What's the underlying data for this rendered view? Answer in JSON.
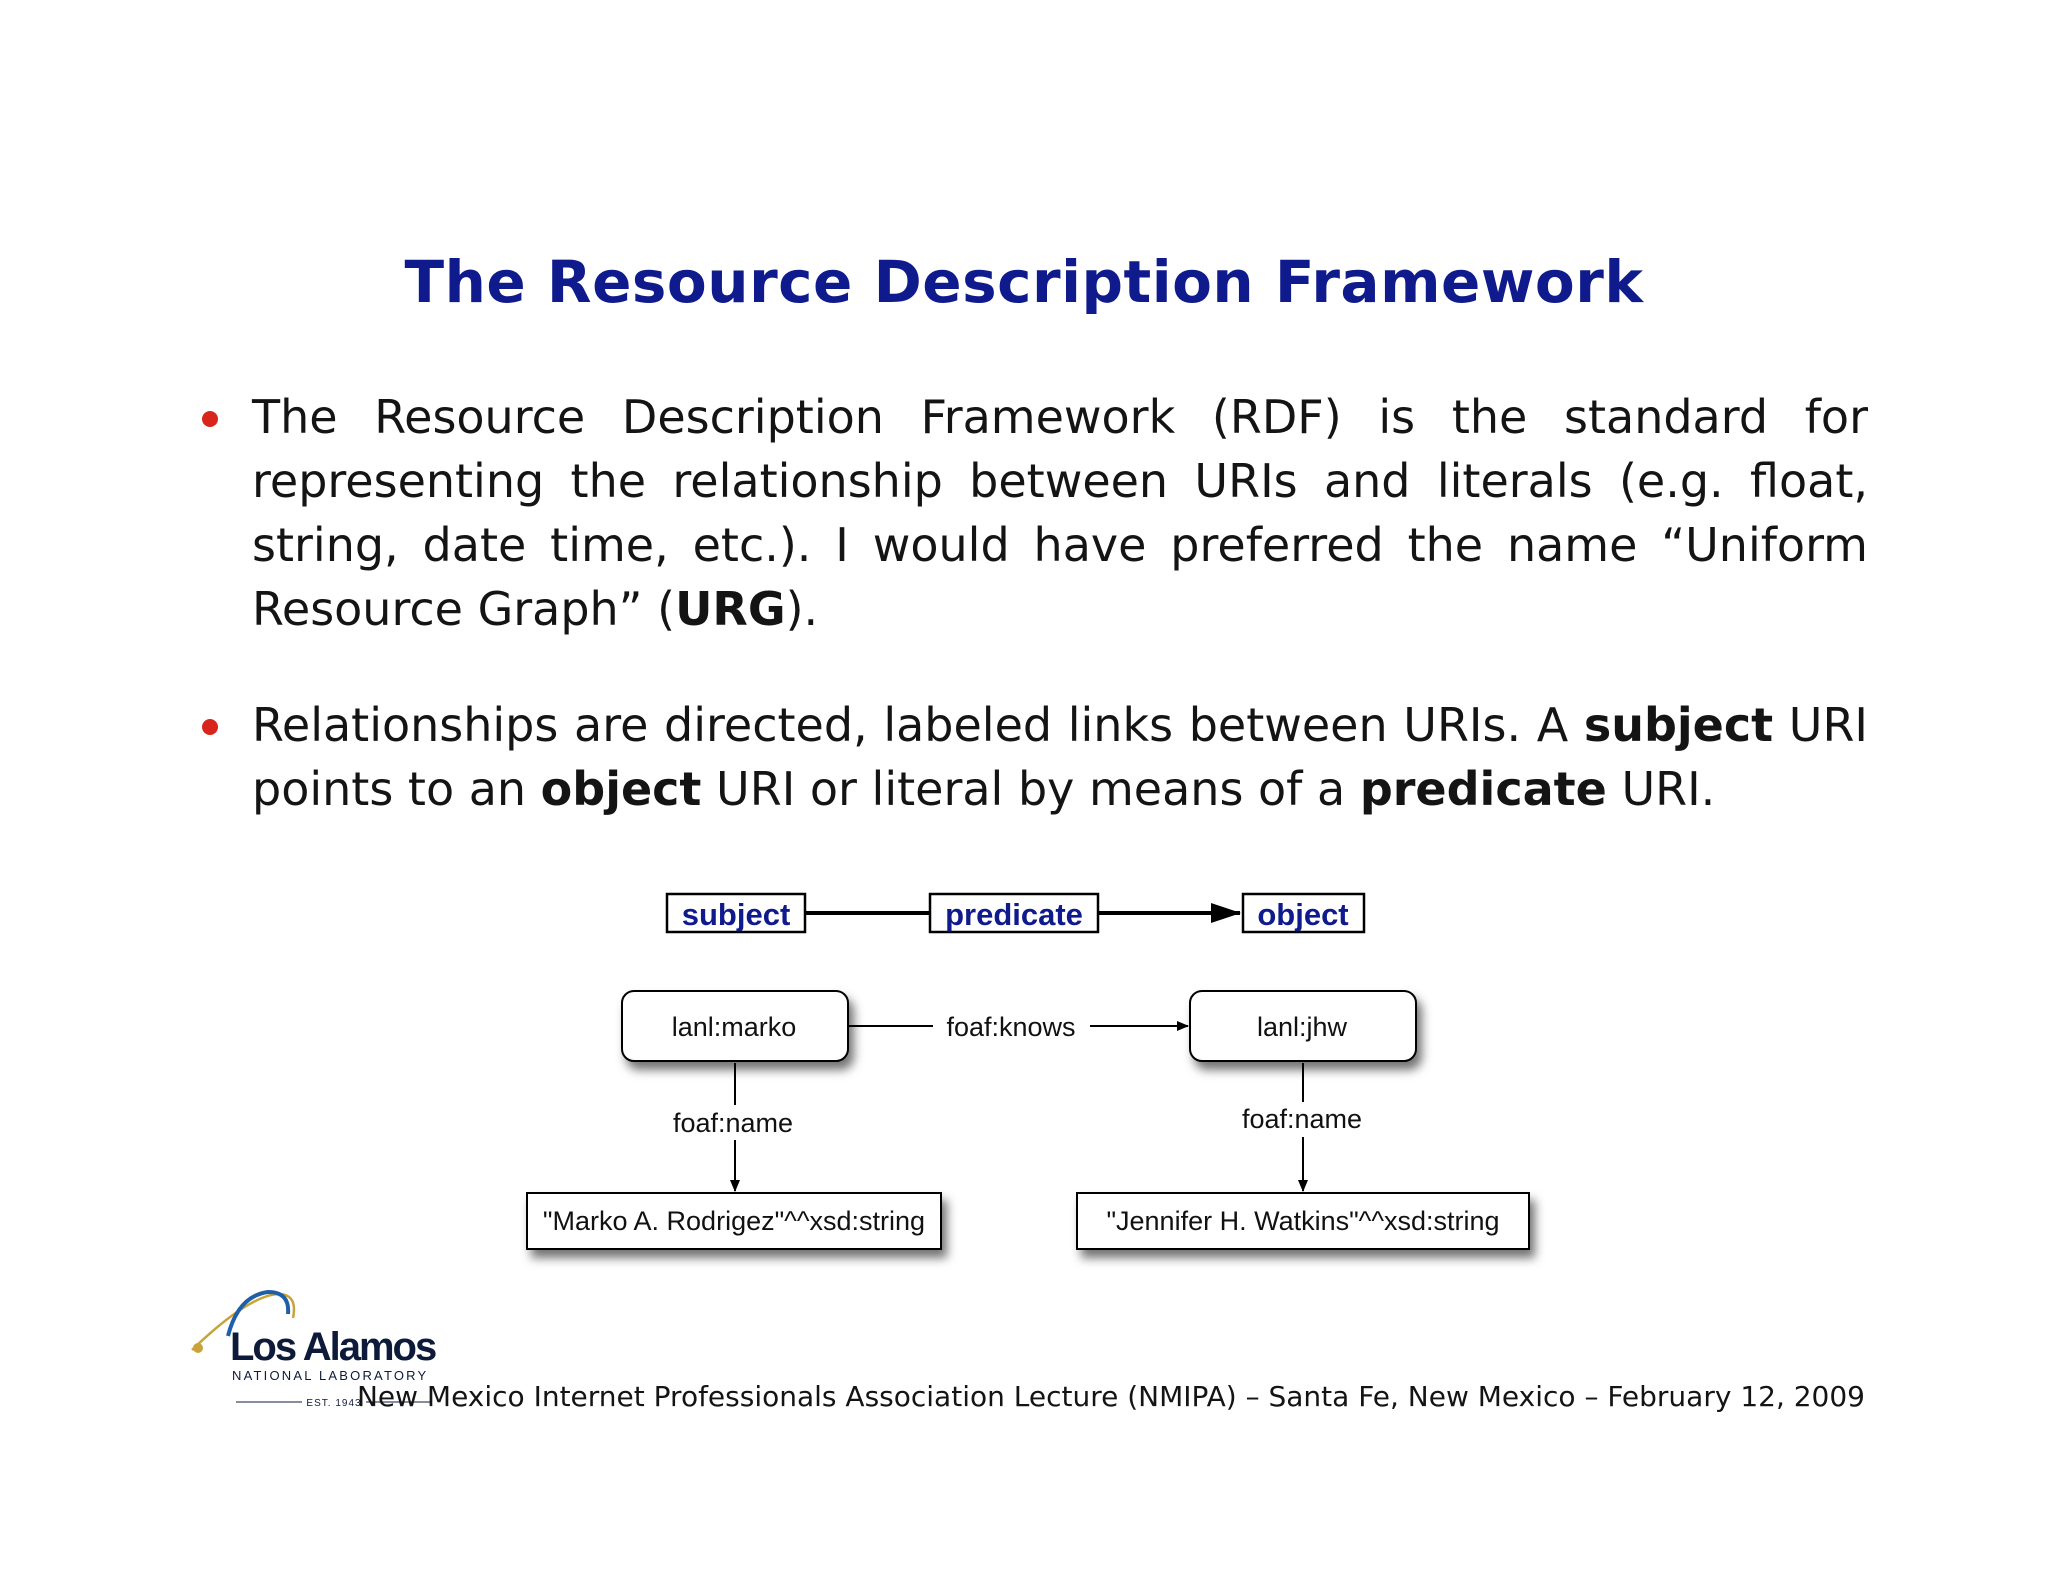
{
  "slide": {
    "title": "The Resource Description Framework",
    "bullets": [
      {
        "segments": [
          {
            "text": "The Resource Description Framework (RDF) is the standard for representing the relationship between URIs and literals (e.g. float, string, date time, etc.).  I would have preferred the name “Uniform Resource Graph” (",
            "bold": false
          },
          {
            "text": "URG",
            "bold": true
          },
          {
            "text": ").",
            "bold": false
          }
        ]
      },
      {
        "segments": [
          {
            "text": "Relationships are directed, labeled links between URIs.  A ",
            "bold": false
          },
          {
            "text": "subject",
            "bold": true
          },
          {
            "text": " URI points to an ",
            "bold": false
          },
          {
            "text": "object",
            "bold": true
          },
          {
            "text": " URI or literal by means of a ",
            "bold": false
          },
          {
            "text": "predicate",
            "bold": true
          },
          {
            "text": " URI.",
            "bold": false
          }
        ]
      }
    ]
  },
  "diagram": {
    "legend": {
      "subject": "subject",
      "predicate": "predicate",
      "object": "object"
    },
    "nodes": {
      "marko": "lanl:marko",
      "jhw": "lanl:jhw",
      "marko_name": "\"Marko A. Rodrigez\"^^xsd:string",
      "jhw_name": "\"Jennifer H. Watkins\"^^xsd:string"
    },
    "edges": {
      "knows": "foaf:knows",
      "marko_name": "foaf:name",
      "jhw_name": "foaf:name"
    }
  },
  "logo": {
    "line1": "Los Alamos",
    "line2": "NATIONAL LABORATORY",
    "line3": "EST. 1943"
  },
  "footer": {
    "text": "New Mexico Internet Professionals Association Lecture (NMIPA) – Santa Fe, New Mexico – February 12, 2009"
  },
  "colors": {
    "title": "#0f1a8c",
    "bullet": "#d9261c",
    "legend_text": "#0f1a8c"
  }
}
